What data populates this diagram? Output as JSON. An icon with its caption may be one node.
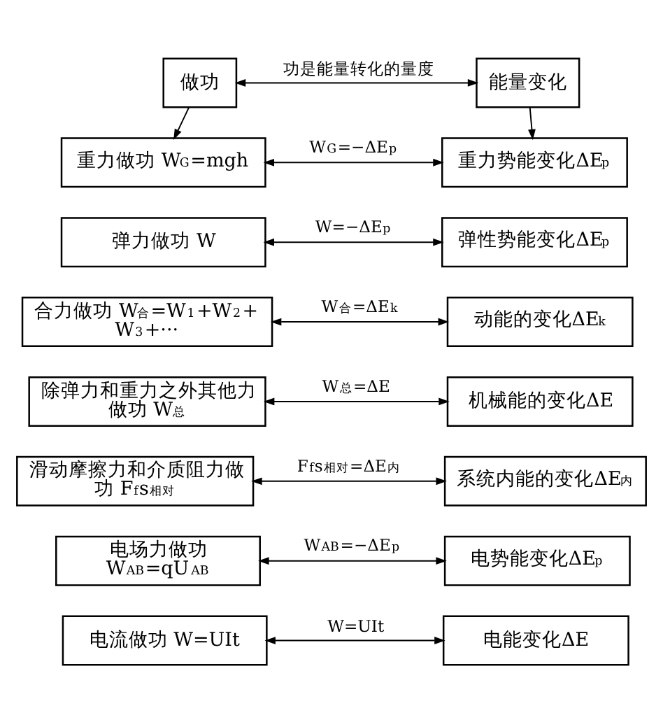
{
  "diagram": {
    "nodes": [
      {
        "text": [
          "做功"
        ]
      },
      {
        "text": [
          "能量变化"
        ]
      },
      {
        "text": [
          "重力做功 W$_{G}$=mgh"
        ]
      },
      {
        "text": [
          "重力势能变化ΔE$_{p}$"
        ]
      },
      {
        "text": [
          "弹力做功 W"
        ]
      },
      {
        "text": [
          "弹性势能变化ΔE$_{p}$"
        ]
      },
      {
        "text": [
          "合力做功 W$_{合}$=W$_{1}$+W$_{2}$+W$_{3}$+···"
        ]
      },
      {
        "text": [
          "动能的变化ΔE$_{k}$"
        ]
      },
      {
        "text": [
          "除弹力和重力之外其他力做功 W$_{总}$"
        ]
      },
      {
        "text": [
          "机械能的变化ΔE"
        ]
      },
      {
        "text": [
          "滑动摩擦力和介质阻力做功 F$_{f}$s$_{相对}$"
        ]
      },
      {
        "text": [
          "系统内能的变化ΔE$_{内}$"
        ]
      },
      {
        "text": [
          "电场力做功",
          "W$_{AB}$=qU$_{AB}$"
        ]
      },
      {
        "text": [
          "电势能变化ΔE$_{p}$"
        ]
      },
      {
        "text": [
          "电流做功 W=UIt"
        ]
      },
      {
        "text": [
          "电能变化ΔE"
        ]
      }
    ],
    "edges": [
      {
        "from": 0,
        "to": 1,
        "arrow": "both",
        "label": "功是能量转化的量度"
      },
      {
        "from": 0,
        "to": 2,
        "arrow": "to"
      },
      {
        "from": 1,
        "to": 3,
        "arrow": "to"
      },
      {
        "from": 2,
        "to": 3,
        "arrow": "both",
        "label": "W$_{G}$=−ΔE$_{p}$"
      },
      {
        "from": 4,
        "to": 5,
        "arrow": "both",
        "label": "W=−ΔE$_{p}$"
      },
      {
        "from": 6,
        "to": 7,
        "arrow": "both",
        "label": "W$_{合}$=ΔE$_{k}$"
      },
      {
        "from": 8,
        "to": 9,
        "arrow": "both",
        "label": "W$_{总}$=ΔE"
      },
      {
        "from": 10,
        "to": 11,
        "arrow": "both",
        "label": "F$_{f}$s$_{相对}$=ΔE$_{内}$"
      },
      {
        "from": 12,
        "to": 13,
        "arrow": "both",
        "label": "W$_{AB}$=−ΔE$_{p}$"
      },
      {
        "from": 14,
        "to": 15,
        "arrow": "both",
        "label": "W=UIt"
      }
    ]
  }
}
